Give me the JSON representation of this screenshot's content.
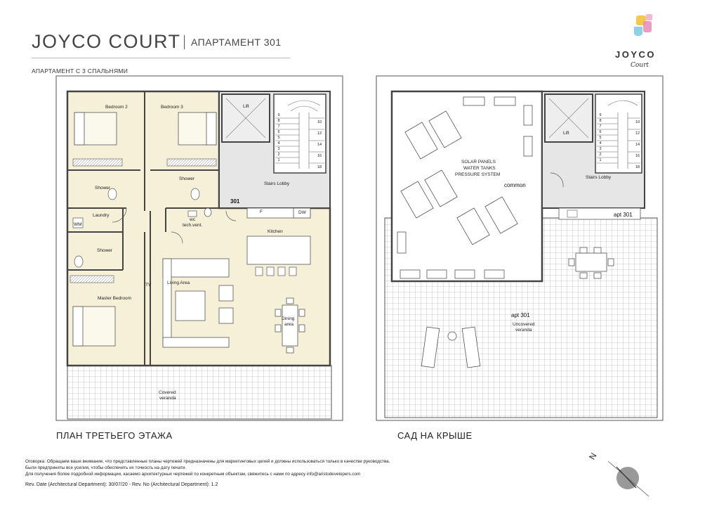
{
  "header": {
    "project": "JOYCO COURT",
    "apartment": "АПАРТАМЕНТ 301",
    "caption": "АПАРТАМЕНТ С 3 СПАЛЬНЯМИ"
  },
  "logo": {
    "word": "JOYCO",
    "script": "Court",
    "colors": [
      "#f2c94c",
      "#8fd1e6",
      "#e88bb8"
    ]
  },
  "floor_plan": {
    "title": "ПЛАН ТРЕТЬЕГО ЭТАЖА",
    "apt_number": "301",
    "rooms": {
      "bedroom2": "Bedroom 2",
      "bedroom3": "Bedroom 3",
      "lift": "Lift",
      "stairs_lobby": "Stairs Lobby",
      "shower1": "Shower",
      "shower2": "Shower",
      "shower3": "Shower",
      "laundry": "Laundry",
      "wm": "WM",
      "wc": "wc",
      "tech_vent": "tech.vent.",
      "kitchen": "Kitchen",
      "fridge": "F",
      "dishwasher": "DW",
      "living": "Living Area",
      "tv": "TV",
      "master": "Master Bedroom",
      "dining_1": "Dining",
      "dining_2": "area",
      "veranda_1": "Covered",
      "veranda_2": "veranda"
    },
    "stair_left": [
      "9",
      "8",
      "7",
      "6",
      "5",
      "4",
      "3",
      "2",
      "1"
    ],
    "stair_right": [
      "10",
      "12",
      "14",
      "16",
      "18"
    ]
  },
  "roof_plan": {
    "title": "САД НА КРЫШЕ",
    "solar_1": "SOLAR PANELS",
    "solar_2": "WATER TANKS",
    "solar_3": "PRESSURE SYSTEM",
    "common": "common",
    "lift": "Lift",
    "stairs_lobby": "Stairs Lobby",
    "apt_label": "apt 301",
    "apt_garden": "apt 301",
    "uncovered_1": "Uncovered",
    "uncovered_2": "veranda",
    "stair_left": [
      "9",
      "8",
      "7",
      "6",
      "5",
      "4",
      "3",
      "2",
      "1"
    ],
    "stair_right": [
      "10",
      "12",
      "14",
      "16",
      "18"
    ]
  },
  "footer": {
    "disclaimer_1": "Оговорка: Обращаем ваше внимание, что представленные планы чертежей предназначены для маркетинговых целей и должны использоваться только в качестве руководства.",
    "disclaimer_2": "Были предприняты все усилия, чтобы обеспечить их точность на дату печати.",
    "disclaimer_3": "Для получения более подробной информации, касаемо архитектурных чертежей по конкретным объектам, свяжитесь с нами по адресу info@aristodevelopers.com",
    "revision": "Rev. Date (Architectural Department): 30/07/20 - Rev. No (Architectural Department): 1.2"
  },
  "compass": {
    "label": "N"
  },
  "colors": {
    "floor": "#f6f0d8",
    "lobby": "#e6e6e6",
    "tile_line": "#9c9c9c",
    "wall": "#444444"
  }
}
